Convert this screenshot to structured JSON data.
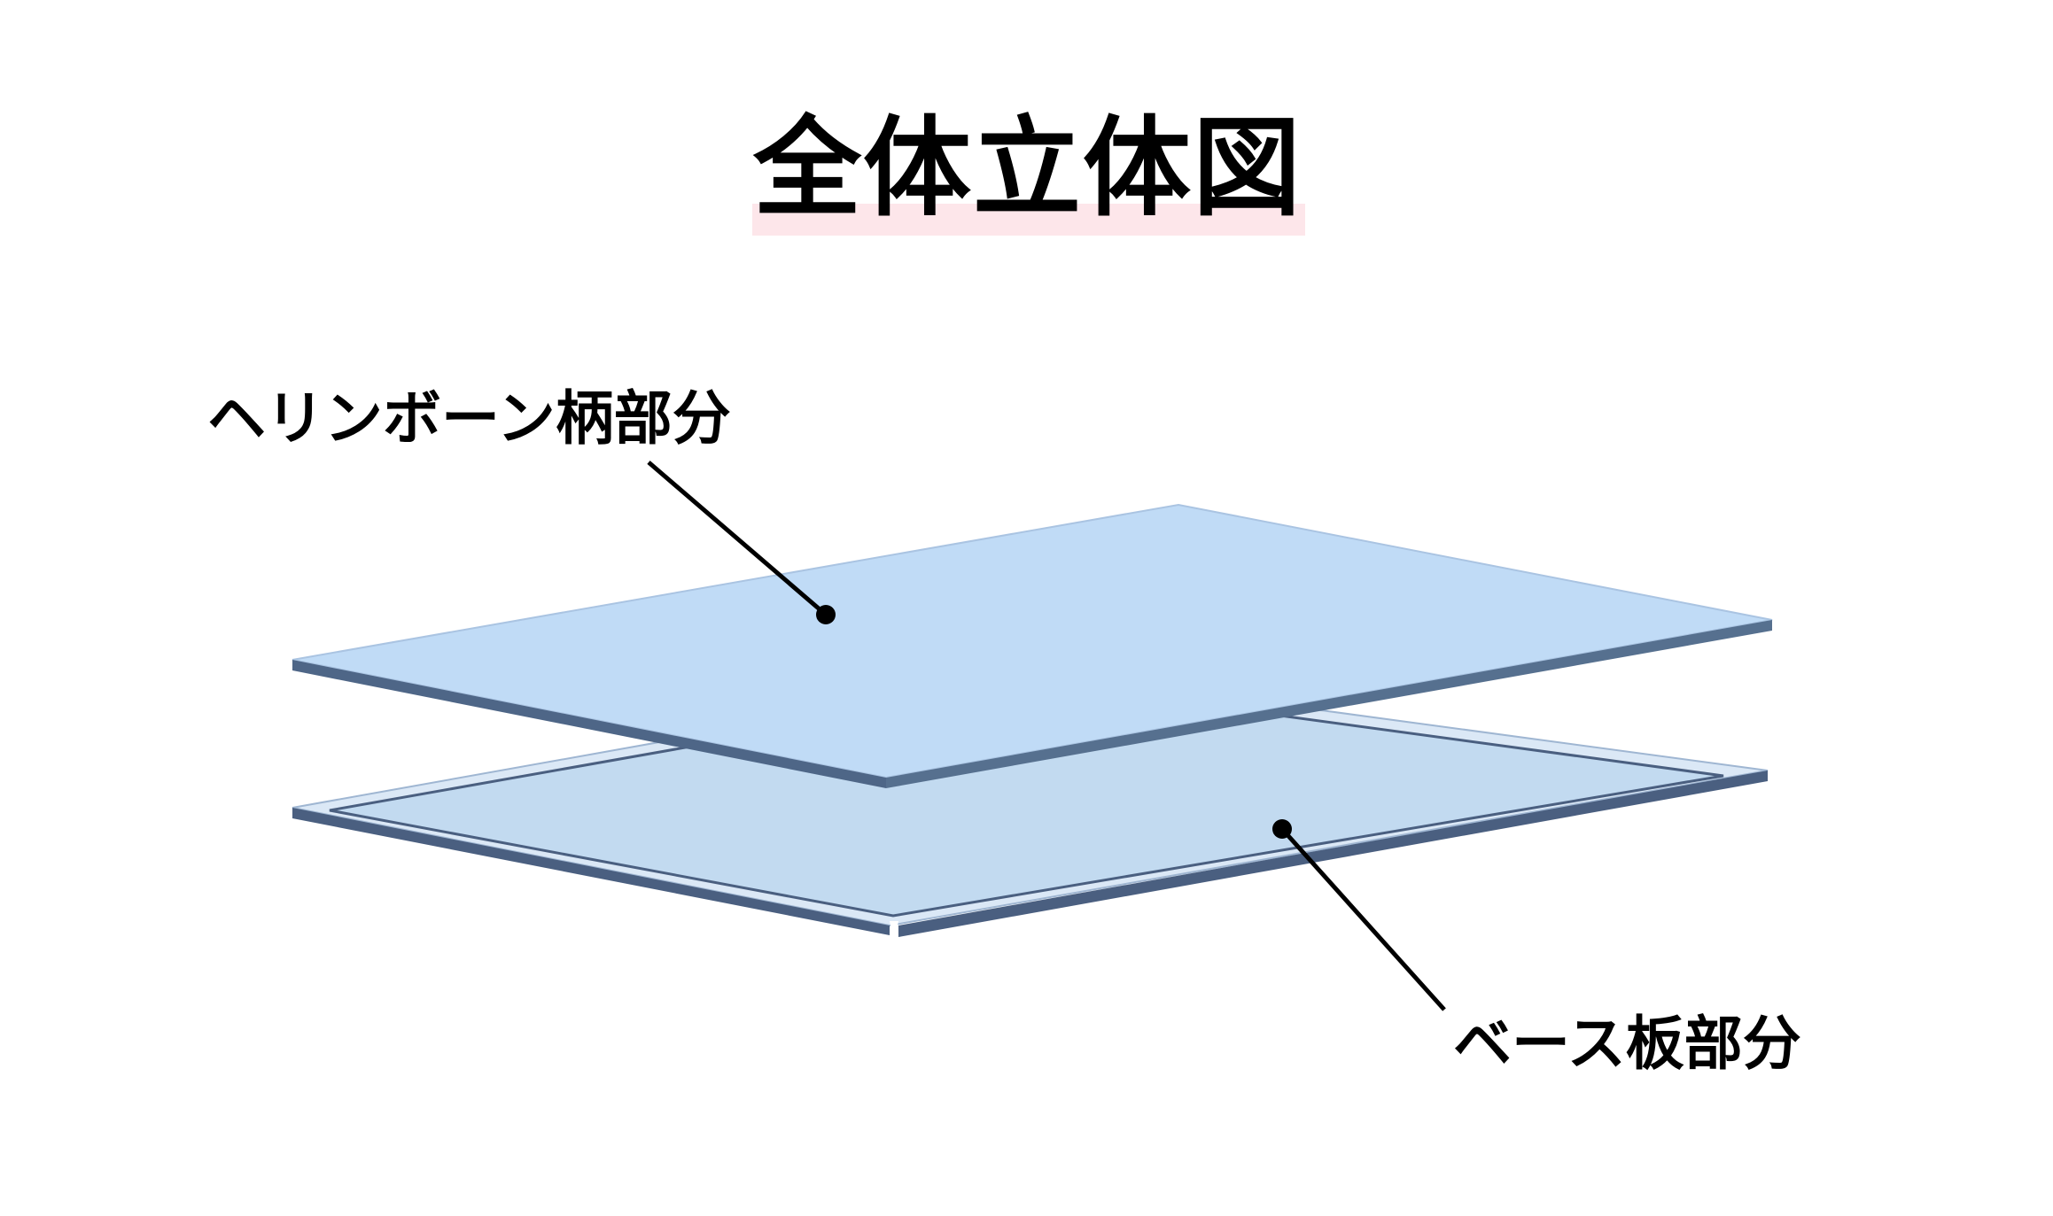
{
  "diagram": {
    "title": "全体立体図",
    "labels": {
      "herringbone_part": "ヘリンボーン柄部分",
      "base_board_part": "ベース板部分"
    },
    "colors": {
      "background": "#ffffff",
      "top_panel_face": "#c0dbf6",
      "top_panel_edge": "#4e6687",
      "base_panel_face": "#c2daf0",
      "base_panel_rim": "#dbe8f6",
      "base_panel_edge": "#4a5f80",
      "leader_line": "#000000",
      "title_highlight": "#fde6ea"
    }
  }
}
